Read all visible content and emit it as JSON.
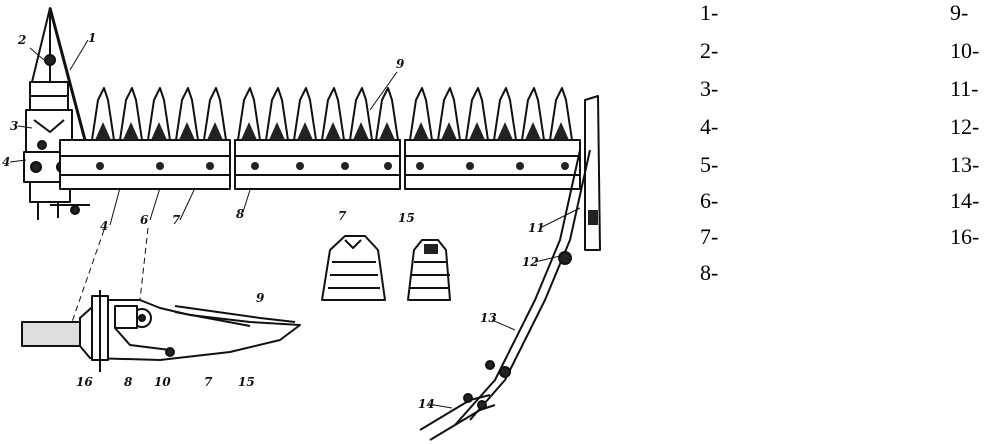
{
  "diagram": {
    "callouts": {
      "c1": "1",
      "c2": "2",
      "c3": "3",
      "c4": "4",
      "c4b": "4",
      "c6": "6",
      "c7a": "7",
      "c8a": "8",
      "c9a": "9",
      "c7b": "7",
      "c15a": "15",
      "c11": "11",
      "c12": "12",
      "c13": "13",
      "c14": "14",
      "c9b": "9",
      "c16": "16",
      "c8b": "8",
      "c10": "10",
      "c7c": "7",
      "c15b": "15"
    }
  },
  "legend": {
    "left_column": [
      "1-",
      "2-",
      "3-",
      "4-",
      "5-",
      "6-",
      "7-",
      "8-"
    ],
    "right_column": [
      "9-",
      "10-",
      "11-",
      "12-",
      "13-",
      "14-",
      "16-"
    ]
  }
}
